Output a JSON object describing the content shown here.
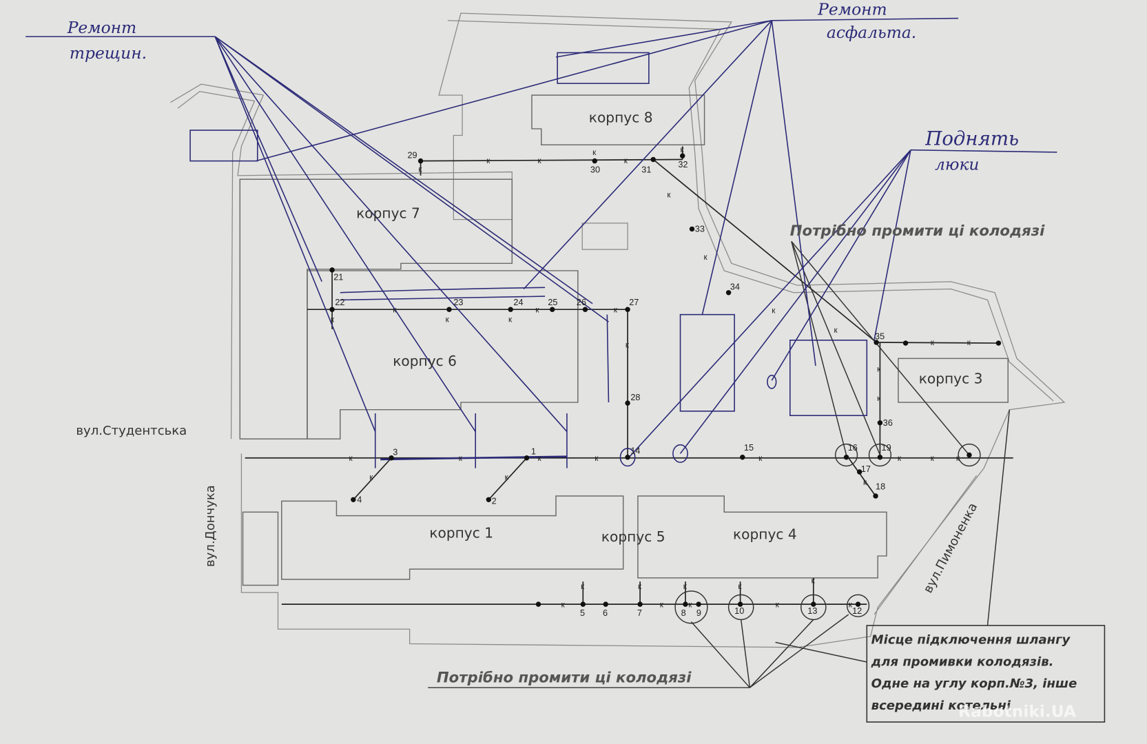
{
  "buildings": [
    "корпус 8",
    "корпус 7",
    "корпус 6",
    "корпус 1",
    "корпус 5",
    "корпус 4",
    "корпус 3"
  ],
  "streets": {
    "studentska": "вул.Студентська",
    "donchuka": "вул.Дончука",
    "pymonenka": "вул.Пимоненка"
  },
  "handwritten": {
    "cracks_line1": "Ремонт",
    "cracks_line2": "трещин.",
    "asphalt_line1": "Ремонт",
    "asphalt_line2": "асфальта.",
    "hatches_line1": "Поднять",
    "hatches_line2": "люки"
  },
  "notes": {
    "wash_top": "Потрібно промити ці колодязі",
    "wash_bottom": "Потрібно промити ці колодязі",
    "hose_box": [
      "Місце підключення шлангу",
      "для промивки колодязів.",
      "Одне на углу корп.№3, інше",
      "всередині котельні"
    ]
  },
  "nodes": [
    "1",
    "2",
    "3",
    "4",
    "5",
    "6",
    "7",
    "8",
    "9",
    "10",
    "12",
    "13",
    "14",
    "15",
    "16",
    "17",
    "18",
    "19",
    "21",
    "22",
    "23",
    "24",
    "25",
    "26",
    "27",
    "28",
    "29",
    "30",
    "31",
    "32",
    "33",
    "34",
    "35",
    "36"
  ],
  "valve_label": "к",
  "watermark": "Rabotniki.UA",
  "colors": {
    "pen": "#2c2a78",
    "paper": "#e3e4e1",
    "ink": "#222222"
  }
}
